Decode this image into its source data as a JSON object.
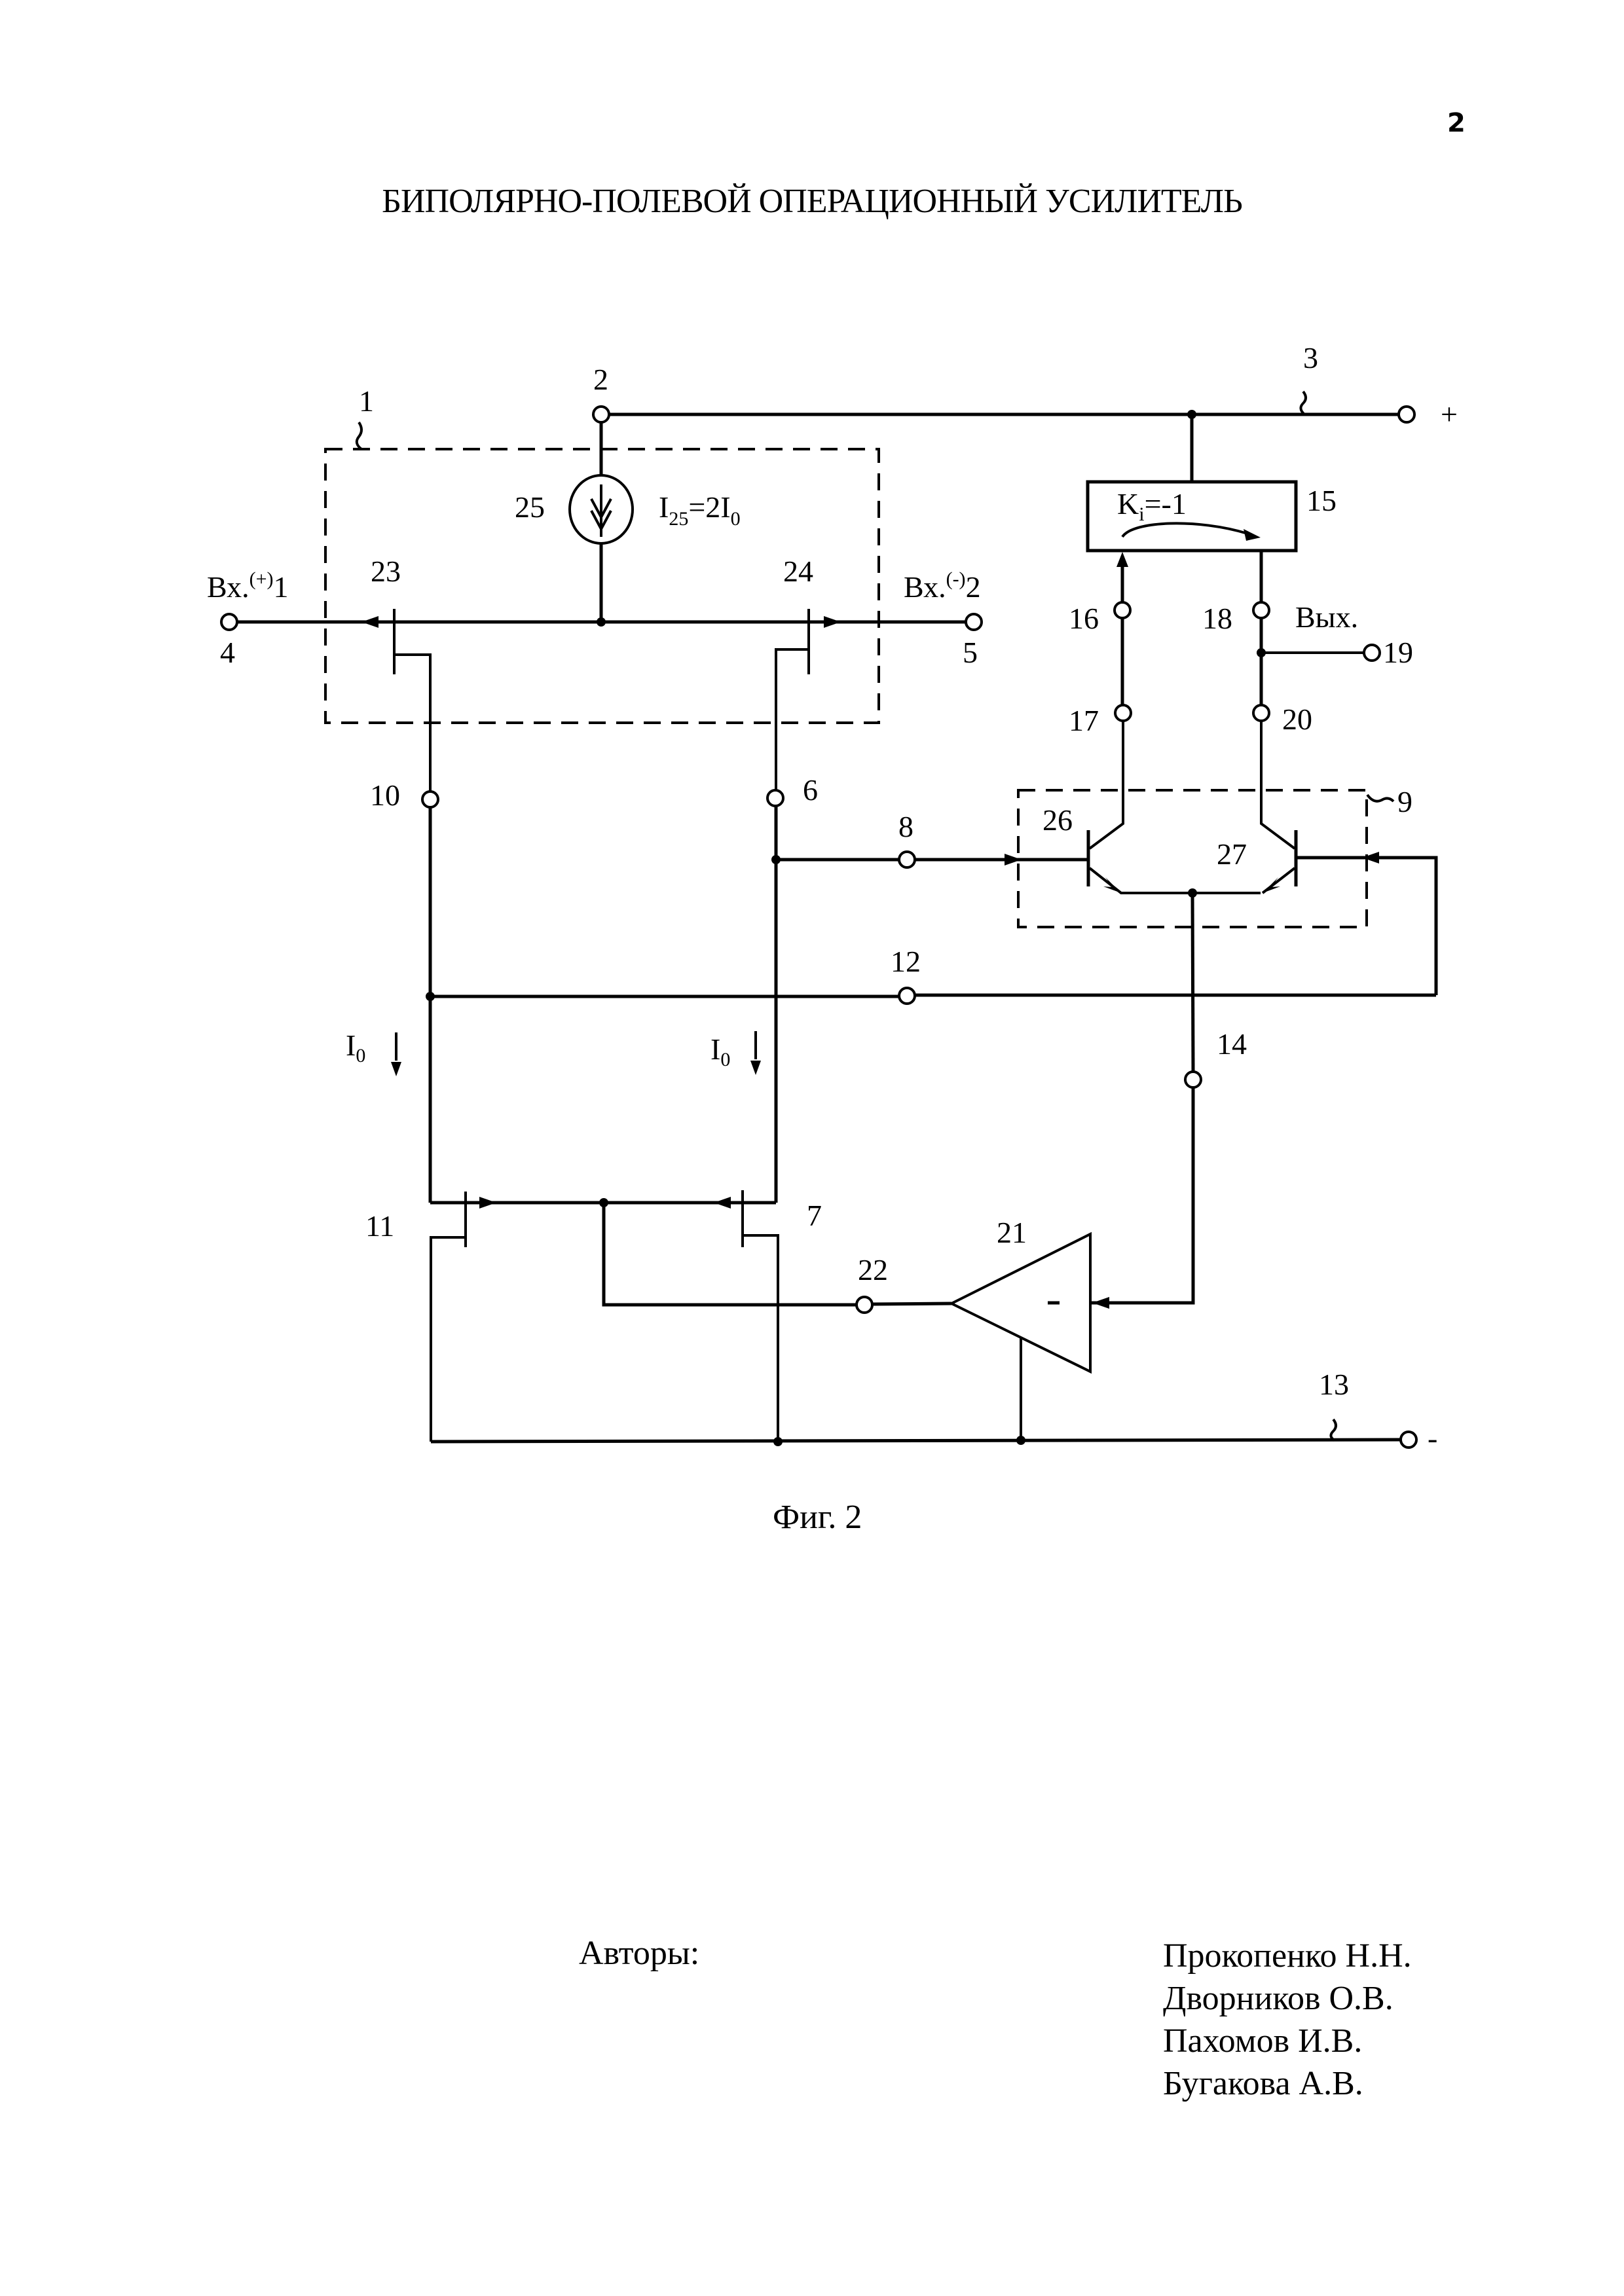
{
  "page": {
    "page_number": "2",
    "title": "БИПОЛЯРНО-ПОЛЕВОЙ ОПЕРАЦИОННЫЙ УСИЛИТЕЛЬ",
    "figure_caption": "Фиг. 2",
    "authors_label": "Авторы:",
    "authors": [
      "Прокопенко Н.Н.",
      "Дворников О.В.",
      "Пахомов И.В.",
      "Бугакова А.В."
    ]
  },
  "schematic": {
    "blocks": {
      "input_stage": {
        "ref": "1"
      },
      "differential_pair": {
        "ref": "9"
      },
      "current_mirror_block": {
        "ref": "15",
        "formula_base": "K",
        "formula_sub": "i",
        "formula_rest": "=-1"
      },
      "amplifier": {
        "ref": "21",
        "sign": "-"
      }
    },
    "current_source": {
      "ref": "25",
      "label_base": "I",
      "label_sub": "25",
      "label_mid": "=2I",
      "label_sub2": "0"
    },
    "currents": [
      {
        "label_base": "I",
        "label_sub": "0"
      },
      {
        "label_base": "I",
        "label_sub": "0"
      }
    ],
    "terminals": {
      "n2": "2",
      "n3": "3",
      "n4": "4",
      "n5": "5",
      "n6": "6",
      "n7": "7",
      "n8": "8",
      "n10": "10",
      "n11": "11",
      "n12": "12",
      "n13": "13",
      "n14": "14",
      "n16": "16",
      "n17": "17",
      "n18": "18",
      "n19": "19",
      "n20": "20",
      "n22": "22"
    },
    "transistors": {
      "t23": "23",
      "t24": "24",
      "t26": "26",
      "t27": "27"
    },
    "inputs": {
      "in_plus_base": "Вх.",
      "in_plus_sup": "(+)",
      "in_plus_num": "1",
      "in_minus_base": "Вх.",
      "in_minus_sup": "(-)",
      "in_minus_num": "2"
    },
    "output_label": "Вых.",
    "supply_plus": "+",
    "supply_minus": "-"
  }
}
